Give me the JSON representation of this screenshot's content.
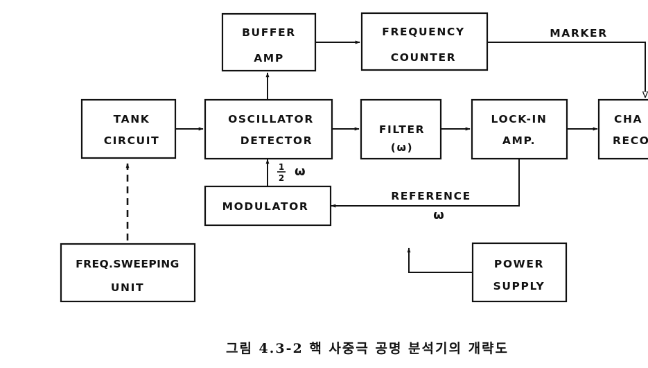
{
  "diagram": {
    "blocks": {
      "buffer_amp": [
        "BUFFER",
        "AMP"
      ],
      "frequency_counter": [
        "FREQUENCY",
        "COUNTER"
      ],
      "tank_circuit": [
        "TANK",
        "CIRCUIT"
      ],
      "oscillator_detector": [
        "OSCILLATOR",
        "DETECTOR"
      ],
      "filter": [
        "FILTER",
        "(ω)"
      ],
      "lock_in_amp": [
        "LOCK-IN",
        "AMP."
      ],
      "chart_recorder": [
        "CHA",
        "RECO"
      ],
      "modulator": [
        "MODULATOR"
      ],
      "freq_sweeping_unit": [
        "FREQ.SWEEPING",
        "UNIT"
      ],
      "power_supply": [
        "POWER",
        "SUPPLY"
      ]
    },
    "signal_labels": {
      "marker": "MARKER",
      "reference": "REFERENCE",
      "reference_freq": "ω",
      "modulation_num": "1",
      "modulation_den": "2",
      "modulation_freq": "ω"
    },
    "connections": [
      {
        "from": "tank_circuit",
        "to": "oscillator_detector",
        "style": "solid"
      },
      {
        "from": "oscillator_detector",
        "to": "buffer_amp",
        "style": "solid"
      },
      {
        "from": "buffer_amp",
        "to": "frequency_counter",
        "style": "solid"
      },
      {
        "from": "frequency_counter",
        "to": "chart_recorder",
        "label": "MARKER",
        "style": "solid"
      },
      {
        "from": "oscillator_detector",
        "to": "filter",
        "style": "solid"
      },
      {
        "from": "filter",
        "to": "lock_in_amp",
        "style": "solid"
      },
      {
        "from": "lock_in_amp",
        "to": "chart_recorder",
        "style": "solid"
      },
      {
        "from": "lock_in_amp",
        "to": "modulator",
        "label": "REFERENCE ω",
        "style": "solid"
      },
      {
        "from": "modulator",
        "to": "oscillator_detector",
        "label": "1/2 ω",
        "style": "solid"
      },
      {
        "from": "freq_sweeping_unit",
        "to": "tank_circuit",
        "style": "dashed"
      },
      {
        "from": "power_supply",
        "to": "system",
        "style": "solid"
      }
    ]
  },
  "caption": "그림 4.3-2  핵 사중극 공명 분석기의 개략도"
}
